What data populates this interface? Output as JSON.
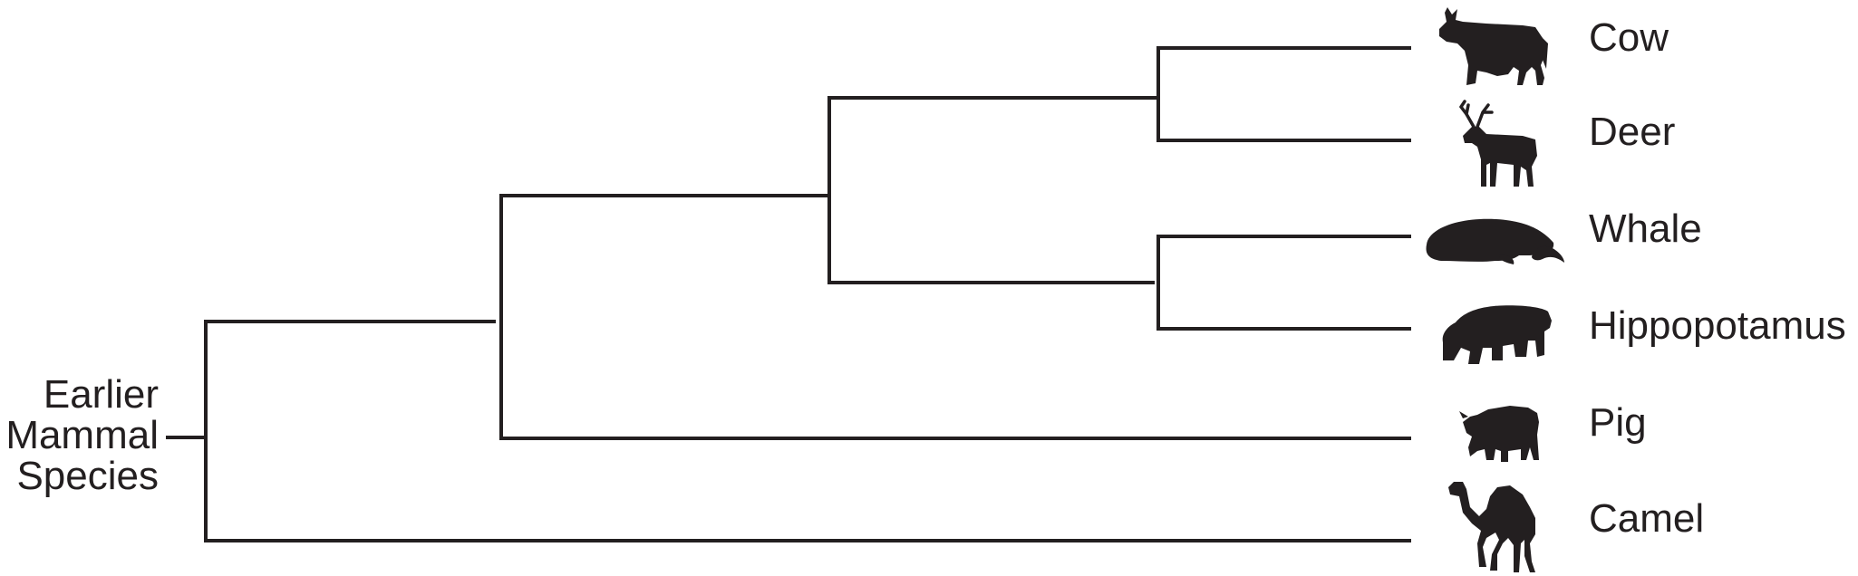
{
  "root_label_lines": [
    "Earlier",
    "Mammal",
    "Species"
  ],
  "taxa": [
    {
      "label": "Cow",
      "icon": "cow-icon"
    },
    {
      "label": "Deer",
      "icon": "deer-icon"
    },
    {
      "label": "Whale",
      "icon": "whale-icon"
    },
    {
      "label": "Hippopotamus",
      "icon": "hippopotamus-icon"
    },
    {
      "label": "Pig",
      "icon": "pig-icon"
    },
    {
      "label": "Camel",
      "icon": "camel-icon"
    }
  ],
  "colors": {
    "ink": "#231f20",
    "background": "#ffffff"
  }
}
